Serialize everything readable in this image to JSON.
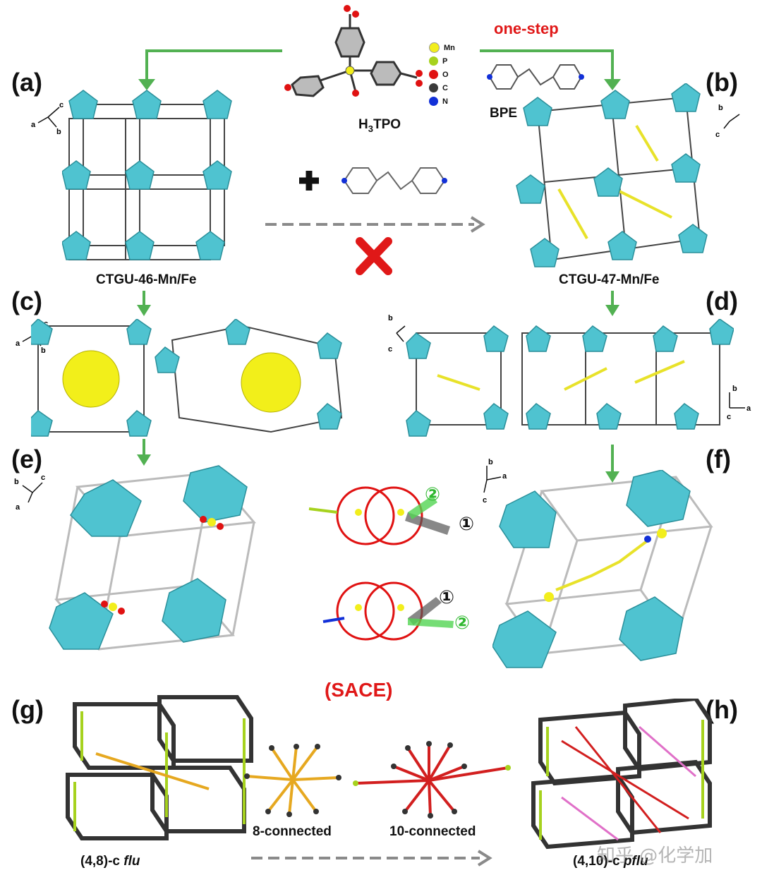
{
  "labels": {
    "a": "(a)",
    "b": "(b)",
    "c": "(c)",
    "d": "(d)",
    "e": "(e)",
    "f": "(f)",
    "g": "(g)",
    "h": "(h)"
  },
  "legend": {
    "items": [
      {
        "symbol": "Mn",
        "color": "#f2ee1c"
      },
      {
        "symbol": "P",
        "color": "#a6d21e"
      },
      {
        "symbol": "O",
        "color": "#e01212"
      },
      {
        "symbol": "C",
        "color": "#3a3a3a"
      },
      {
        "symbol": "N",
        "color": "#1230d8"
      }
    ]
  },
  "ligand_name": "H3TPO",
  "ligand_name_main": "H",
  "ligand_name_sub": "3",
  "ligand_name_tail": "TPO",
  "bpe_label": "BPE",
  "one_step_label": "one-step",
  "framework_a": "CTGU-46-Mn/Fe",
  "framework_b": "CTGU-47-Mn/Fe",
  "sace_label": "(SACE)",
  "node8_label": "8-connected",
  "node10_label": "10-connected",
  "net_g_prefix": "(4,8)-c ",
  "net_g_topology": "flu",
  "net_h_prefix": "(4,10)-c ",
  "net_h_topology": "pflu",
  "watermark": "知乎 @化学加",
  "markers": {
    "one": "①",
    "two": "②"
  },
  "axes": {
    "a": "a",
    "b": "b",
    "c": "c"
  },
  "colors": {
    "green_arrow": "#52b152",
    "red_text": "#e01818",
    "teal_polyhedra": "#4fc3d0",
    "yellow_sphere": "#f2ef1a",
    "grey_dashed_arrow": "#8a8a8a",
    "node8_rods": "#e6a820",
    "node10_rods": "#d21f1f"
  }
}
